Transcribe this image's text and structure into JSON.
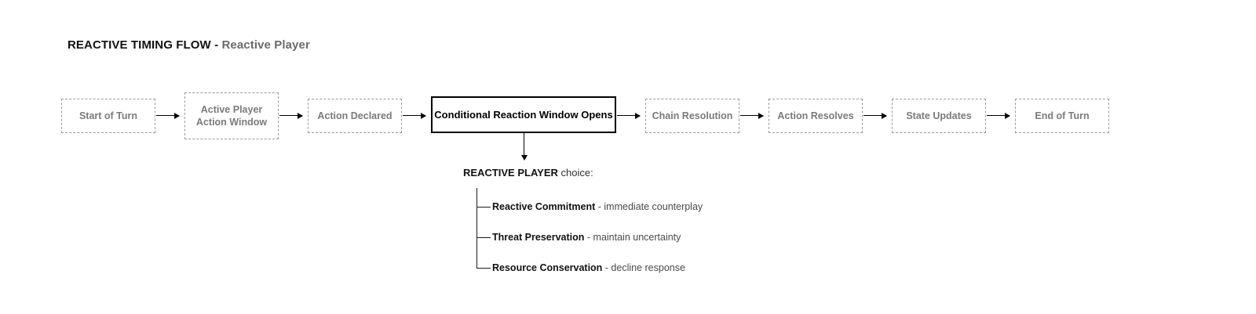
{
  "title": {
    "main": "REACTIVE TIMING FLOW",
    "separator": " - ",
    "subject": "Reactive Player"
  },
  "flow": {
    "nodes": [
      {
        "id": "start-of-turn",
        "label": "Start of Turn",
        "style": "muted"
      },
      {
        "id": "active-player-action-window",
        "label": "Active Player\nAction Window",
        "style": "muted"
      },
      {
        "id": "action-declared",
        "label": "Action Declared",
        "style": "muted"
      },
      {
        "id": "conditional-reaction-window",
        "label": "Conditional Reaction Window Opens",
        "style": "highlight"
      },
      {
        "id": "chain-resolution",
        "label": "Chain Resolution",
        "style": "muted"
      },
      {
        "id": "action-resolves",
        "label": "Action Resolves",
        "style": "muted"
      },
      {
        "id": "state-updates",
        "label": "State Updates",
        "style": "muted"
      },
      {
        "id": "end-of-turn",
        "label": "End of Turn",
        "style": "muted"
      }
    ],
    "connector_count": 7
  },
  "branch": {
    "heading_strong": "REACTIVE PLAYER",
    "heading_rest": " choice:",
    "options": [
      {
        "name": "Reactive Commitment",
        "description": " - immediate counterplay"
      },
      {
        "name": "Threat Preservation",
        "description": " - maintain uncertainty"
      },
      {
        "name": "Resource Conservation",
        "description": " - decline response"
      }
    ]
  },
  "colors": {
    "background": "#ffffff",
    "muted_text": "#7a7a7a",
    "muted_border": "#9a9a9a",
    "highlight_border": "#000000",
    "highlight_text": "#000000",
    "line": "#000000"
  }
}
